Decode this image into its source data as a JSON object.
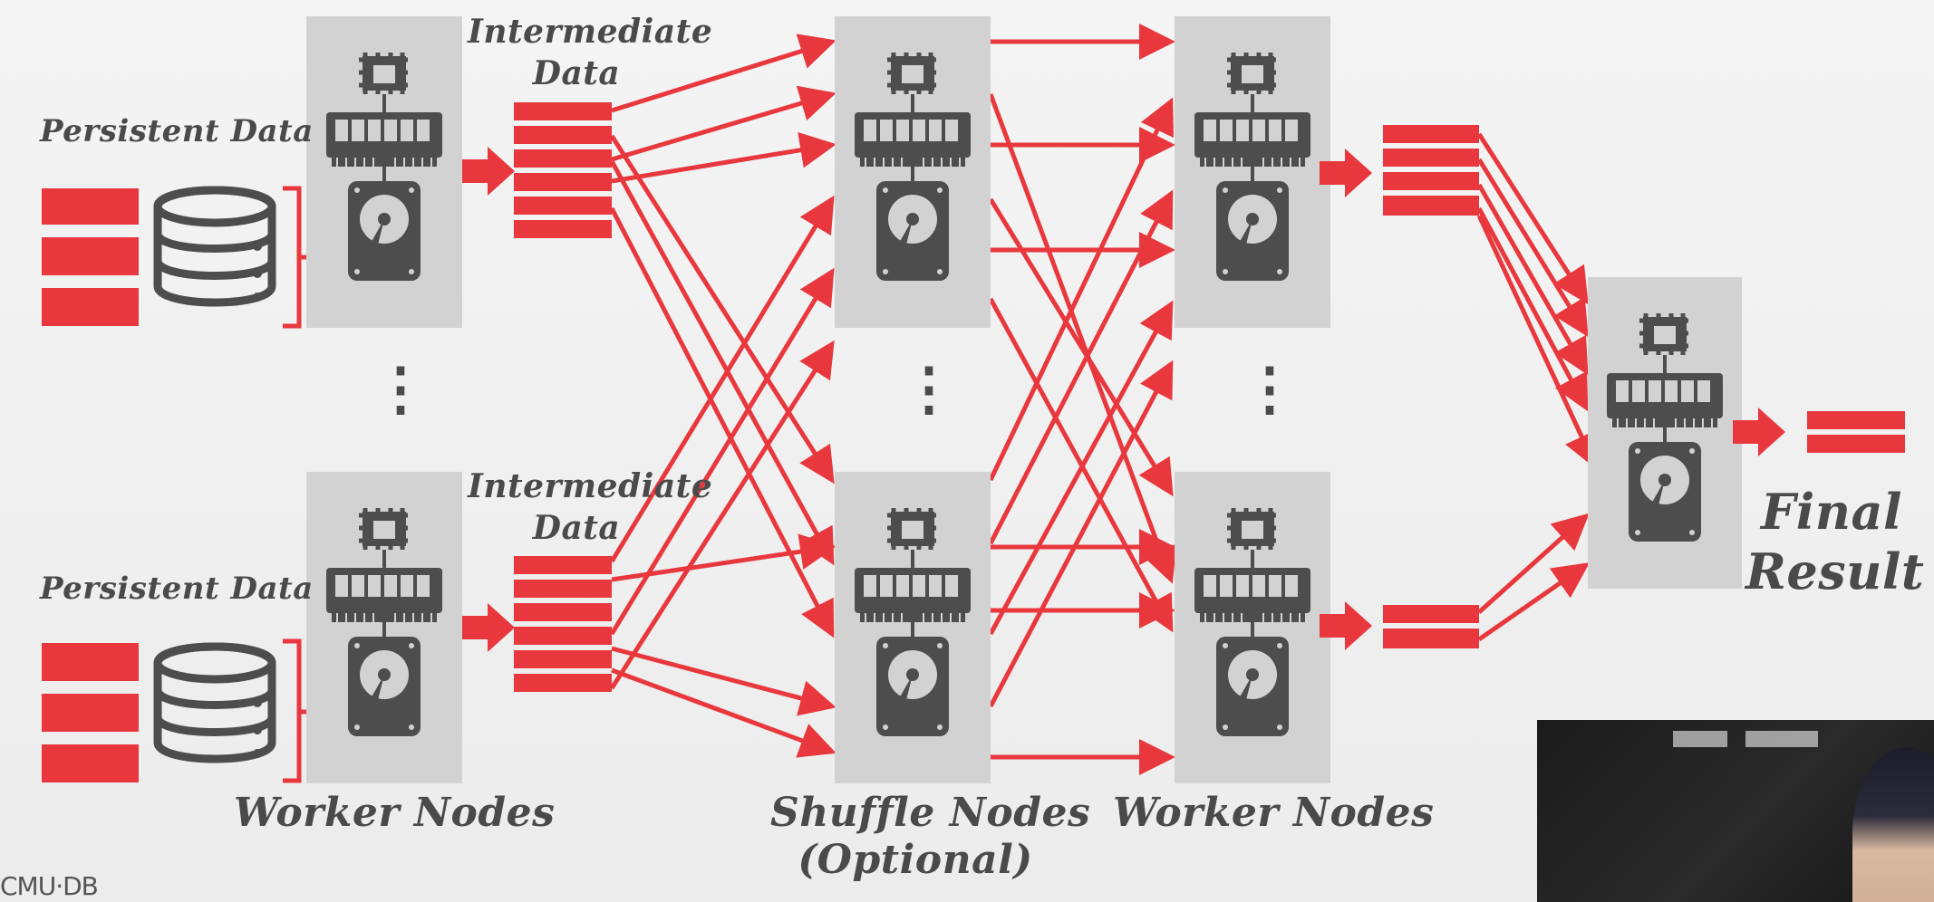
{
  "labels": {
    "persistent_data_top": "Persistent Data",
    "persistent_data_bottom": "Persistent Data",
    "intermediate_top_line1": "Intermediate",
    "intermediate_top_line2": "Data",
    "intermediate_bottom_line1": "Intermediate",
    "intermediate_bottom_line2": "Data",
    "worker_nodes_left": "Worker Nodes",
    "shuffle_nodes_line1": "Shuffle Nodes",
    "shuffle_nodes_line2": "(Optional)",
    "worker_nodes_right": "Worker Nodes",
    "final_result_line1": "Final",
    "final_result_line2": "Result",
    "ellipsis": "⋮"
  },
  "logo": {
    "text": "CMU·DB"
  },
  "colors": {
    "accent_red": "#e8383d",
    "node_bg": "#d2d2d2",
    "icon_gray": "#4d4d4d",
    "label_gray": "#4a4a4a"
  }
}
